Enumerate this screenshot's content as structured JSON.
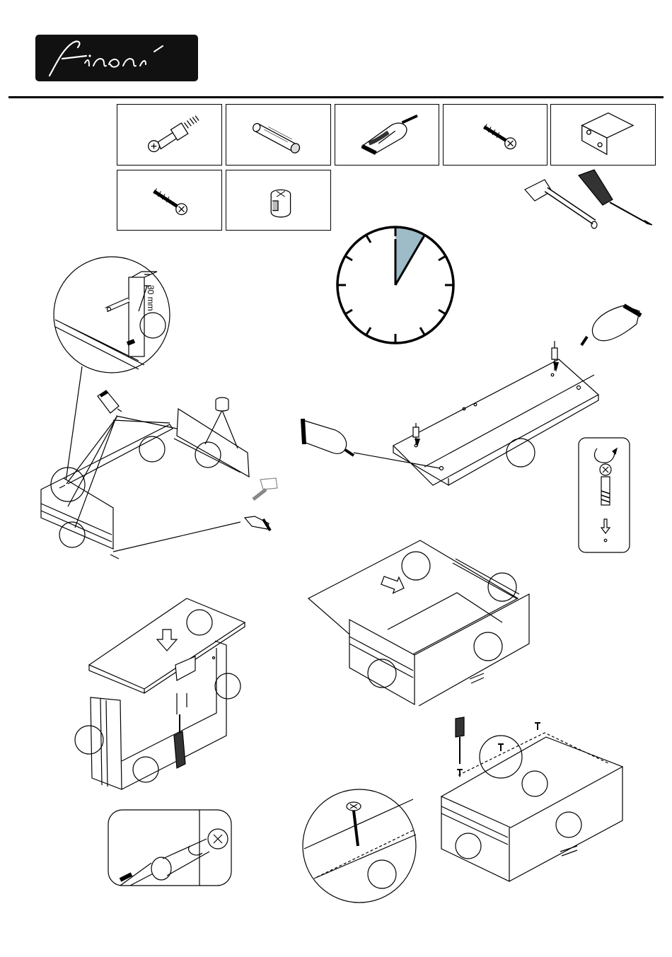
{
  "brand": {
    "logo_text": "finori"
  },
  "parts": [
    {
      "id": "part-cam-bolt",
      "icon": "cam-bolt-icon"
    },
    {
      "id": "part-dowel",
      "icon": "wooden-dowel-icon"
    },
    {
      "id": "part-glue",
      "icon": "glue-bottle-icon"
    },
    {
      "id": "part-short-screw",
      "icon": "short-screw-icon"
    },
    {
      "id": "part-angle-bracket",
      "icon": "angle-bracket-icon"
    },
    {
      "id": "part-long-screw",
      "icon": "long-screw-icon"
    },
    {
      "id": "part-cam-lock",
      "icon": "cam-lock-icon"
    }
  ],
  "tools": [
    "hammer-icon",
    "screwdriver-icon"
  ],
  "clock": {
    "icon": "clock-icon",
    "shaded_fraction": 0.083
  },
  "annotations": {
    "dowel_depth_label": "30 mm"
  },
  "colors": {
    "line": "#000000",
    "clock_shade": "#9dbcc8",
    "logo_bg": "#111111"
  }
}
